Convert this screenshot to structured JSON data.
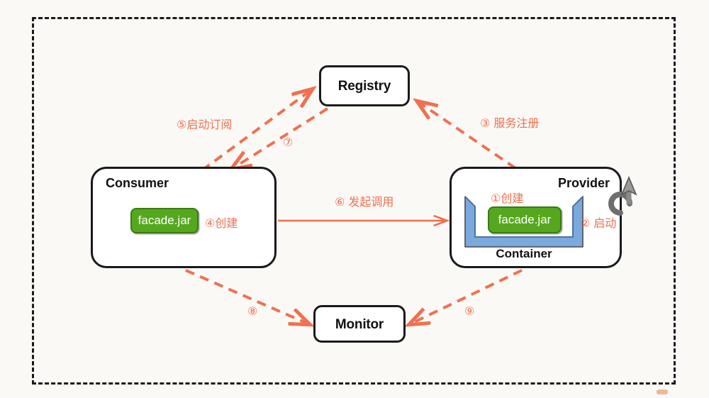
{
  "diagram": {
    "title": "Dubbo service invocation flow",
    "background_color": "#faf9f6",
    "accent_color": "#f07050",
    "jar_color": "#55a81e",
    "container_color": "#5b9bd5",
    "node_border_color": "#1a1a1a",
    "boundary": {
      "style": "dashed",
      "color": "#1a1a1a"
    }
  },
  "nodes": {
    "registry": {
      "label": "Registry"
    },
    "monitor": {
      "label": "Monitor"
    },
    "consumer": {
      "label": "Consumer",
      "jar_label": "facade.jar",
      "annotation": "④创建"
    },
    "provider": {
      "label": "Provider",
      "jar_label": "facade.jar",
      "container_label": "Container",
      "annotation_create": "①创建",
      "annotation_start": "② 启动"
    }
  },
  "edges": [
    {
      "id": "e1",
      "label": "①创建",
      "from": "provider-container",
      "to": "provider-jar",
      "style": "annotation"
    },
    {
      "id": "e2",
      "label": "② 启动",
      "from": "provider",
      "to": "restart",
      "style": "annotation"
    },
    {
      "id": "e3",
      "label": "③ 服务注册",
      "from": "provider",
      "to": "registry",
      "style": "dashed",
      "color": "#f07050"
    },
    {
      "id": "e4",
      "label": "④创建",
      "from": "consumer",
      "to": "consumer-jar",
      "style": "annotation"
    },
    {
      "id": "e5",
      "label": "⑤启动订阅",
      "from": "consumer",
      "to": "registry",
      "style": "dashed",
      "color": "#f07050"
    },
    {
      "id": "e6",
      "label": "⑥ 发起调用",
      "from": "consumer",
      "to": "provider",
      "style": "solid",
      "color": "#f07050"
    },
    {
      "id": "e7",
      "label": "⑦",
      "from": "registry",
      "to": "consumer",
      "style": "dashed",
      "color": "#f07050"
    },
    {
      "id": "e8",
      "label": "⑧",
      "from": "consumer",
      "to": "monitor",
      "style": "dashed",
      "color": "#f07050"
    },
    {
      "id": "e9",
      "label": "⑨",
      "from": "provider",
      "to": "monitor",
      "style": "dashed",
      "color": "#f07050"
    }
  ],
  "icons": {
    "restart": "restart-arrow-icon"
  }
}
